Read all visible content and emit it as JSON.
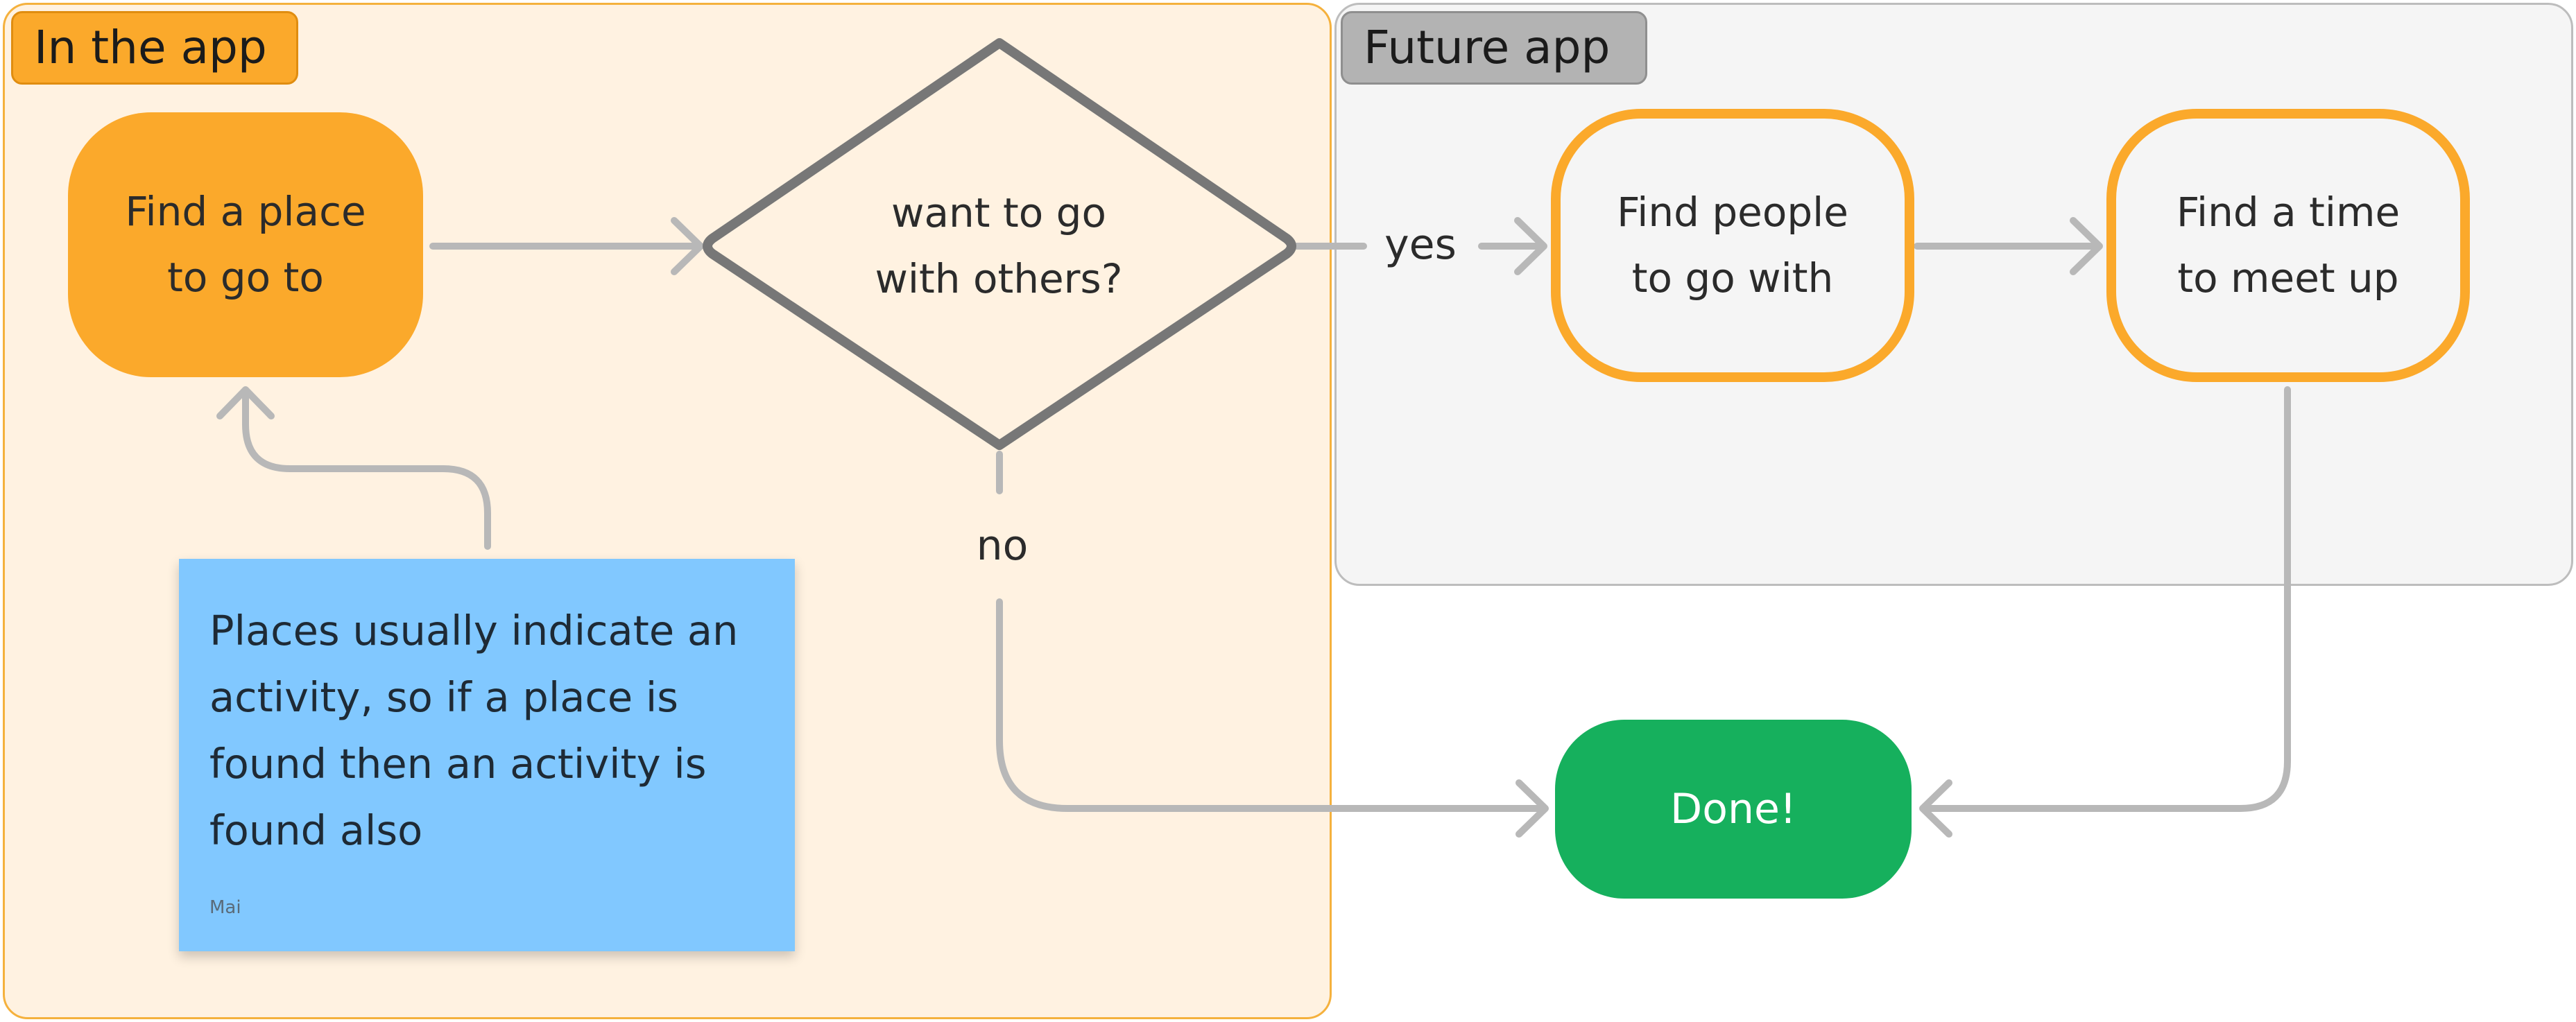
{
  "sections": {
    "in_app": "In the app",
    "future_app": "Future app"
  },
  "nodes": {
    "find_place": "Find a place\nto go to",
    "decision": "want to go\nwith others?",
    "find_people": "Find people\nto go with",
    "find_time": "Find a time\nto meet up",
    "done": "Done!"
  },
  "edges": {
    "yes": "yes",
    "no": "no"
  },
  "sticky_note": {
    "text": "Places usually indicate an\nactivity, so if a place is\nfound then an activity is\nfound also",
    "author": "Mai"
  },
  "colors": {
    "in_app_bg": "#fff2e1",
    "in_app_label": "#fba92b",
    "future_app_bg": "#f5f5f5",
    "future_app_label": "#b3b3b3",
    "node_orange": "#fba92b",
    "done_green": "#16b05d",
    "sticky_blue": "#81c8ff",
    "connector_gray": "#b8b8b8",
    "decision_stroke": "#777777"
  }
}
